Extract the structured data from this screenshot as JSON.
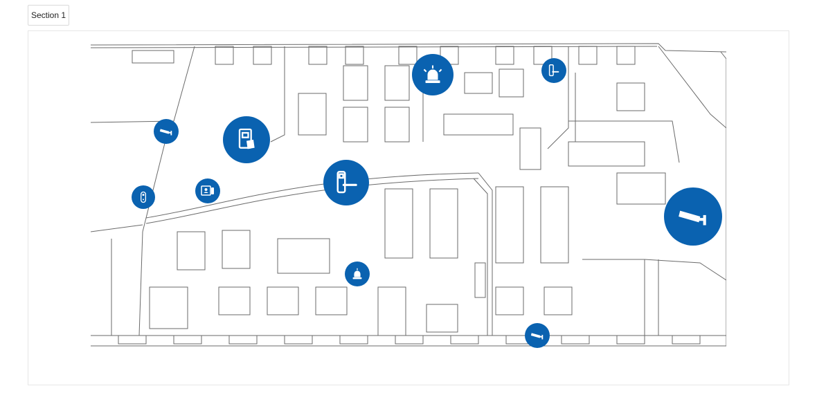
{
  "toolbar": {
    "section_tab_label": "Section 1"
  },
  "theme": {
    "marker_color": "#0a62b0",
    "line_color": "#555555"
  },
  "markers": [
    {
      "name": "camera-marker-small-upper-left",
      "icon": "security-camera-icon"
    },
    {
      "name": "card-reader-marker",
      "icon": "card-reader-icon"
    },
    {
      "name": "door-lock-marker-large",
      "icon": "door-lever-lock-icon"
    },
    {
      "name": "intercom-marker",
      "icon": "video-intercom-icon"
    },
    {
      "name": "door-contact-marker",
      "icon": "door-contact-sensor-icon"
    },
    {
      "name": "alarm-marker-large",
      "icon": "alarm-siren-icon"
    },
    {
      "name": "door-lock-marker-small",
      "icon": "door-lever-lock-icon"
    },
    {
      "name": "camera-marker-large-right",
      "icon": "security-camera-icon"
    },
    {
      "name": "alarm-marker-small",
      "icon": "alarm-siren-icon"
    },
    {
      "name": "camera-marker-small-bottom",
      "icon": "security-camera-icon"
    }
  ]
}
